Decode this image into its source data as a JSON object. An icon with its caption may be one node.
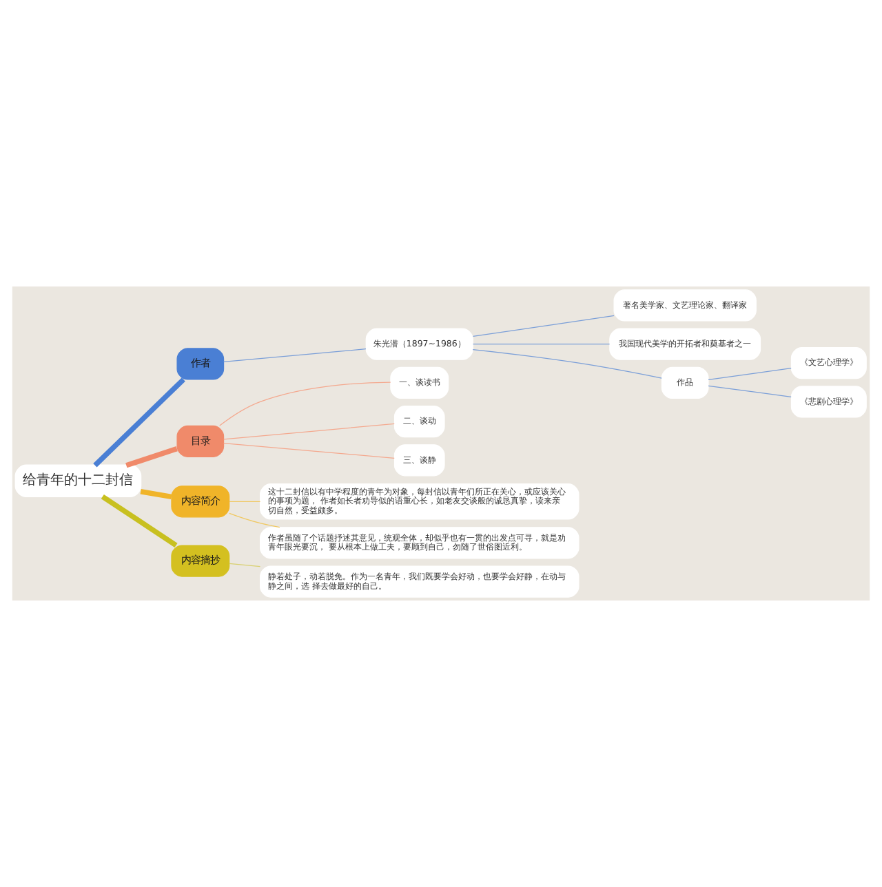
{
  "diagram": {
    "nodes": [
      {
        "text": [
          "给青年的十二封信"
        ]
      },
      {
        "text": [
          "作者"
        ]
      },
      {
        "text": [
          "朱光潜（1897~1986）"
        ]
      },
      {
        "text": [
          "著名美学家、文艺理论家、翻译家"
        ]
      },
      {
        "text": [
          "我国现代美学的开拓者和奠基者之一"
        ]
      },
      {
        "text": [
          "作品"
        ]
      },
      {
        "text": [
          "《文艺心理学》"
        ]
      },
      {
        "text": [
          "《悲剧心理学》"
        ]
      },
      {
        "text": [
          "目录"
        ]
      },
      {
        "text": [
          "一、谈读书"
        ]
      },
      {
        "text": [
          "二、谈动"
        ]
      },
      {
        "text": [
          "三、谈静"
        ]
      },
      {
        "text": [
          "内容简介"
        ]
      },
      {
        "text": [
          "这十二封信以有中学程度的青年为对象，每封信以青年们所正在关心，或应该关心的事项为题， 作者如长者劝导似的语重心长，如老友交谈般的诚恳真挚，读来亲切自然，受益颇多。"
        ]
      },
      {
        "text": [
          "作者虽随了个话题抒述其意见，统观全体，却似乎也有一贯的出发点可寻，就是劝青年眼光要沉， 要从根本上做工夫，要顾到自己，勿随了世俗图近利。"
        ]
      },
      {
        "text": [
          "内容摘抄"
        ]
      },
      {
        "text": [
          "静若处子，动若脱免。作为一名青年，我们既要学会好动，也要学会好静，在动与静之间，选 择去做最好的自己。"
        ]
      }
    ],
    "edges": [
      {
        "from": 0,
        "to": 1,
        "arrow": "none",
        "style": "thick",
        "color": "#4a7fd4"
      },
      {
        "from": 1,
        "to": 2,
        "arrow": "none",
        "color": "#7b9fd8"
      },
      {
        "from": 2,
        "to": 3,
        "arrow": "none",
        "color": "#7b9fd8"
      },
      {
        "from": 2,
        "to": 4,
        "arrow": "none",
        "color": "#7b9fd8"
      },
      {
        "from": 2,
        "to": 5,
        "arrow": "none",
        "color": "#7b9fd8"
      },
      {
        "from": 5,
        "to": 6,
        "arrow": "none",
        "color": "#7b9fd8"
      },
      {
        "from": 5,
        "to": 7,
        "arrow": "none",
        "color": "#7b9fd8"
      },
      {
        "from": 0,
        "to": 8,
        "arrow": "none",
        "style": "thick",
        "color": "#f08a6a"
      },
      {
        "from": 8,
        "to": 9,
        "arrow": "none",
        "color": "#f4a88e"
      },
      {
        "from": 8,
        "to": 10,
        "arrow": "none",
        "color": "#f4a88e"
      },
      {
        "from": 8,
        "to": 11,
        "arrow": "none",
        "color": "#f4a88e"
      },
      {
        "from": 0,
        "to": 12,
        "arrow": "none",
        "style": "thick",
        "color": "#f0b429"
      },
      {
        "from": 12,
        "to": 13,
        "arrow": "none",
        "color": "#f0c860"
      },
      {
        "from": 12,
        "to": 14,
        "arrow": "none",
        "color": "#f0c860"
      },
      {
        "from": 0,
        "to": 15,
        "arrow": "none",
        "style": "thick",
        "color": "#c8c020"
      },
      {
        "from": 15,
        "to": 16,
        "arrow": "none",
        "color": "#d8d070"
      }
    ]
  }
}
